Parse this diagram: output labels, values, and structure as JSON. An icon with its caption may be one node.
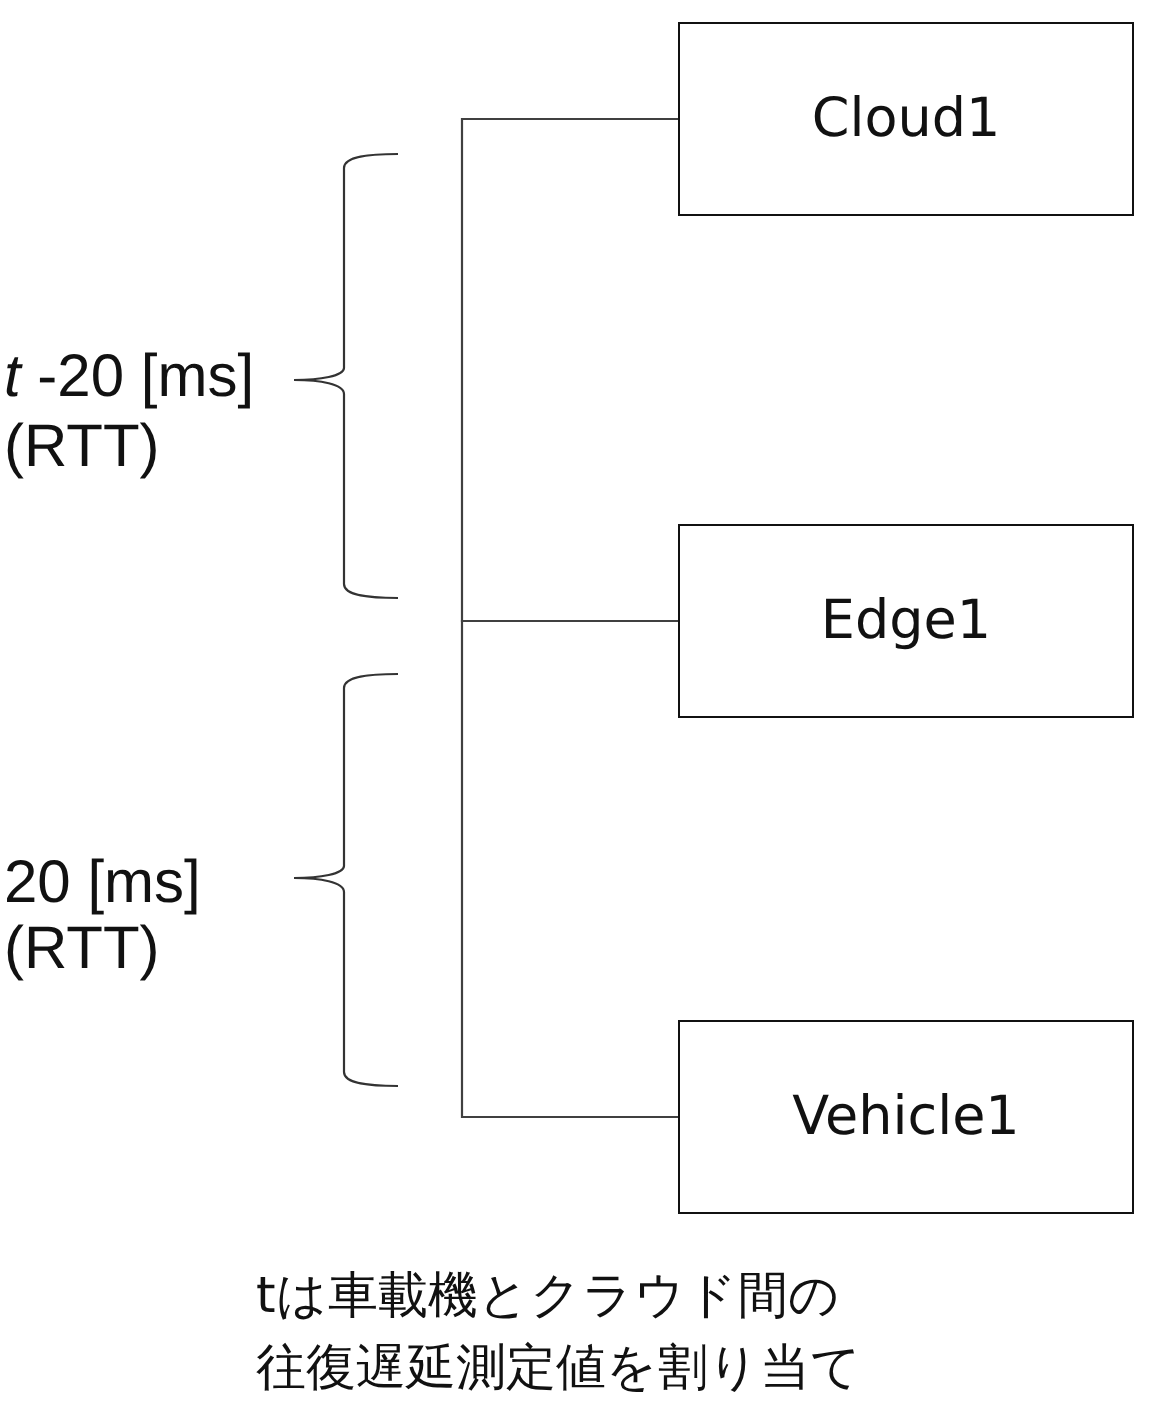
{
  "diagram": {
    "nodes": [
      {
        "text": [
          "Cloud1"
        ]
      },
      {
        "text": [
          "Edge1"
        ]
      },
      {
        "text": [
          "Vehicle1"
        ]
      }
    ],
    "edges": [
      {
        "from": 0,
        "to": 1,
        "arrow": "none"
      },
      {
        "from": 1,
        "to": 2,
        "arrow": "none"
      }
    ],
    "labels": [
      "*t* -20 [ms] (RTT)",
      "20 [ms] (RTT)",
      "tは車載機とクラウド間の往復遅延測定値を割り当て"
    ]
  }
}
